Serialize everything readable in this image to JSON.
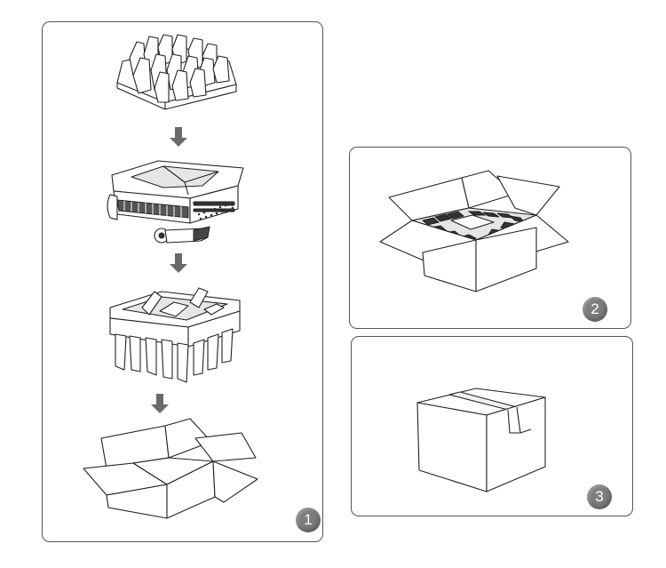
{
  "steps": [
    {
      "number": "1"
    },
    {
      "number": "2"
    },
    {
      "number": "3"
    }
  ],
  "colors": {
    "badge": "#7d7d7d",
    "arrow": "#6a6a6a",
    "border": "#555555"
  },
  "icons": [
    "foam-tray-top",
    "down-arrow",
    "floodlight-fixture",
    "foam-tray-bottom",
    "open-box",
    "packed-open-box",
    "sealed-box"
  ]
}
